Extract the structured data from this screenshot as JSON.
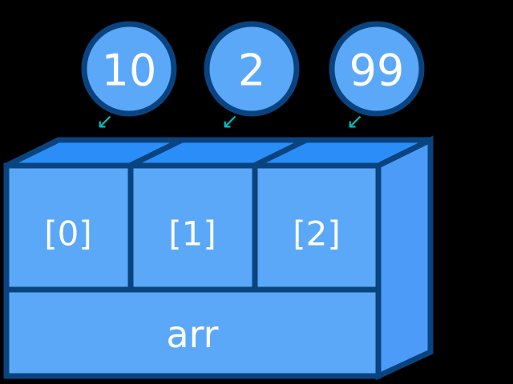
{
  "diagram": {
    "title": "array-memory-diagram",
    "background_color": "#000000",
    "palette": {
      "front_face": "#5ca8f8",
      "top_face": "#2b8ef8",
      "side_face": "#4c9bf8",
      "stroke": "#0a4480",
      "text": "#ffffff",
      "arrow": "#00bfbf"
    },
    "array_name": "arr",
    "values": [
      {
        "value": "10",
        "index_label": "[0]",
        "arrow_icon": "arrow-down-left"
      },
      {
        "value": "2",
        "index_label": "[1]",
        "arrow_icon": "arrow-down-left"
      },
      {
        "value": "99",
        "index_label": "[2]",
        "arrow_icon": "arrow-down-left"
      }
    ]
  }
}
